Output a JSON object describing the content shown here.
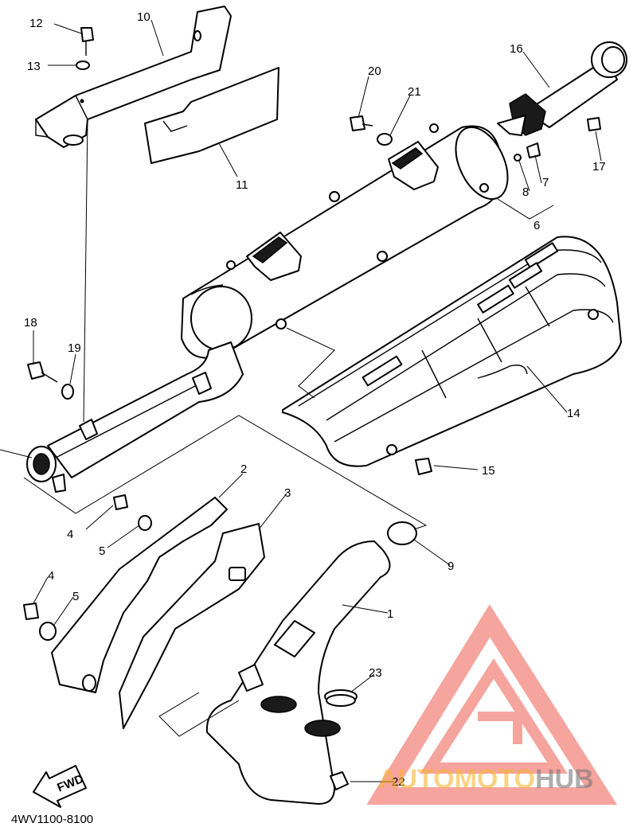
{
  "callouts": [
    {
      "id": "c1",
      "text": "1"
    },
    {
      "id": "c2",
      "text": "2"
    },
    {
      "id": "c3",
      "text": "3"
    },
    {
      "id": "c4a",
      "text": "4"
    },
    {
      "id": "c4b",
      "text": "4"
    },
    {
      "id": "c5a",
      "text": "5"
    },
    {
      "id": "c5b",
      "text": "5"
    },
    {
      "id": "c6",
      "text": "6"
    },
    {
      "id": "c7",
      "text": "7"
    },
    {
      "id": "c8",
      "text": "8"
    },
    {
      "id": "c9",
      "text": "9"
    },
    {
      "id": "c10",
      "text": "10"
    },
    {
      "id": "c11",
      "text": "11"
    },
    {
      "id": "c12",
      "text": "12"
    },
    {
      "id": "c13",
      "text": "13"
    },
    {
      "id": "c14",
      "text": "14"
    },
    {
      "id": "c15",
      "text": "15"
    },
    {
      "id": "c16",
      "text": "16"
    },
    {
      "id": "c17",
      "text": "17"
    },
    {
      "id": "c18",
      "text": "18"
    },
    {
      "id": "c19",
      "text": "19"
    },
    {
      "id": "c20",
      "text": "20"
    },
    {
      "id": "c21",
      "text": "21"
    },
    {
      "id": "c22",
      "text": "22"
    },
    {
      "id": "c23",
      "text": "23"
    }
  ],
  "direction_label": "FWD",
  "diagram_code": "4WV1100-8100",
  "watermark": {
    "part1": "AUTOMOTO",
    "part2": "HUB",
    "color_primary": "#f05a4f",
    "color_secondary": "#7a7a7a"
  }
}
